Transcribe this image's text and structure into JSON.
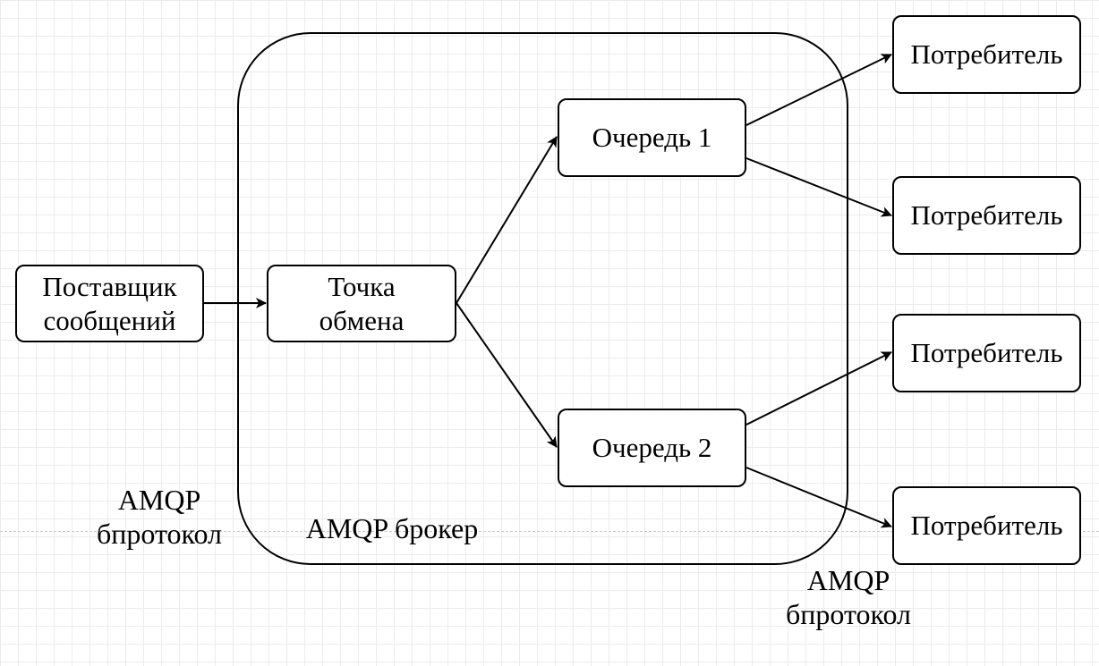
{
  "producer": {
    "label": "Поставщик\nсообщений"
  },
  "exchange": {
    "label": "Точка\nобмена"
  },
  "queues": [
    {
      "label": "Очередь 1"
    },
    {
      "label": "Очередь 2"
    }
  ],
  "consumers": [
    {
      "label": "Потребитель"
    },
    {
      "label": "Потребитель"
    },
    {
      "label": "Потребитель"
    },
    {
      "label": "Потребитель"
    }
  ],
  "broker": {
    "label": "AMQP брокер"
  },
  "protocol_labels": [
    {
      "label": "AMQP\nбпротокол"
    },
    {
      "label": "AMQP\nбпротокол"
    }
  ]
}
